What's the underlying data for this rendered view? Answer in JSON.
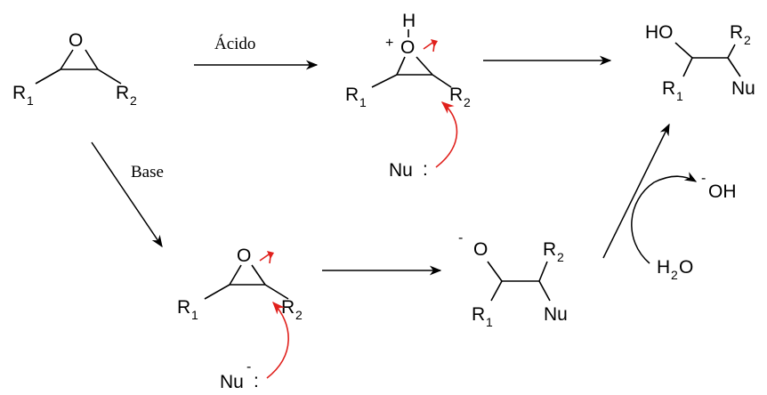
{
  "conditions": {
    "acid": "Ácido",
    "base": "Base"
  },
  "atoms": {
    "O": "O",
    "H": "H",
    "HO": "HO",
    "OH": "OH",
    "R": "R",
    "one": "1",
    "two": "2",
    "Nu": "Nu",
    "H2O_H": "H",
    "H2O_O": "O",
    "plus": "+",
    "minus": "-",
    "lonepair": ":"
  },
  "colors": {
    "electron_arrow": "#e0201c",
    "ink": "#000000"
  }
}
